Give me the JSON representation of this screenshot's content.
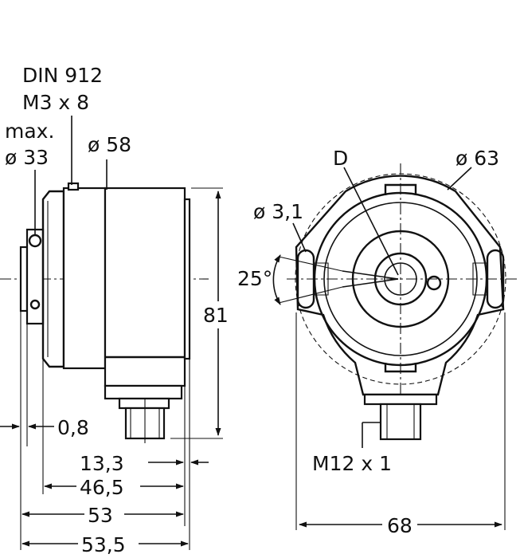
{
  "side_view": {
    "screw_std": "DIN 912",
    "screw_size": "M3 x 8",
    "max_label": "max.",
    "dia_33": "ø 33",
    "dia_58": "ø 58",
    "height_81": "81",
    "dim_0_8": "0,8",
    "dim_13_3": "13,3",
    "dim_46_5": "46,5",
    "dim_53": "53",
    "dim_53_5": "53,5"
  },
  "front_view": {
    "label_d": "D",
    "dia_63": "ø 63",
    "dia_3_1": "ø 3,1",
    "angle_25": "25°",
    "connector": "M12 x 1",
    "width_68": "68"
  }
}
